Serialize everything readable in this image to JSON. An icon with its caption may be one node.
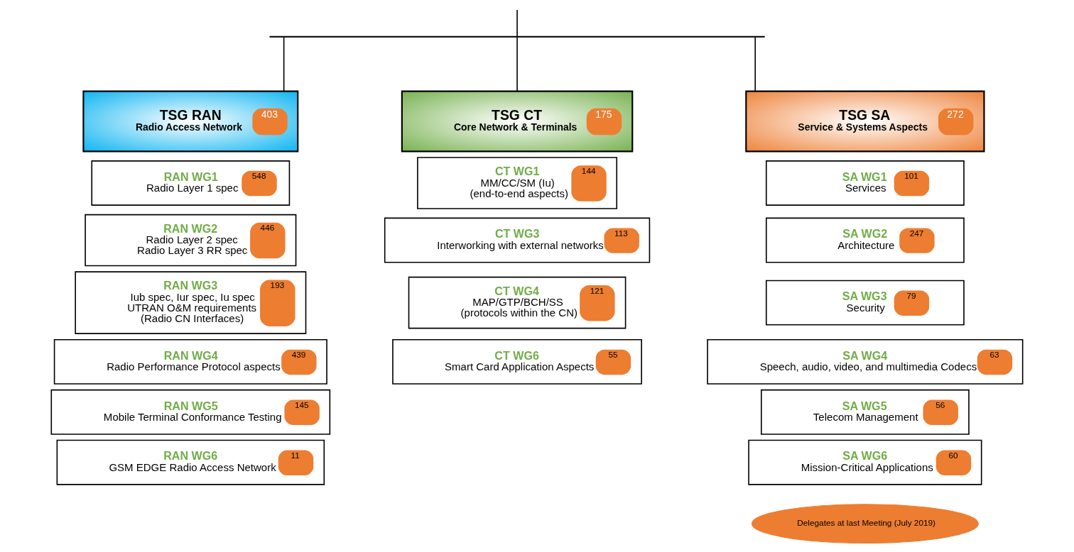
{
  "diagram": {
    "nodes": [
      {
        "text": [
          "TSG RAN",
          "Radio Access Network",
          "403"
        ]
      },
      {
        "text": [
          "RAN WG1",
          "Radio Layer 1 spec",
          "548"
        ]
      },
      {
        "text": [
          "RAN WG2",
          "Radio Layer 2 spec",
          "Radio Layer 3 RR spec",
          "446"
        ]
      },
      {
        "text": [
          "RAN WG3",
          "Iub spec, Iur spec, Iu spec",
          "UTRAN O&M requirements",
          "(Radio CN Interfaces)",
          "193"
        ]
      },
      {
        "text": [
          "RAN WG4",
          "Radio Performance Protocol aspects",
          "439"
        ]
      },
      {
        "text": [
          "RAN WG5",
          "Mobile Terminal Conformance Testing",
          "145"
        ]
      },
      {
        "text": [
          "RAN WG6",
          "GSM EDGE Radio Access Network",
          "11"
        ]
      },
      {
        "text": [
          "TSG CT",
          "Core Network & Terminals",
          "175"
        ]
      },
      {
        "text": [
          "CT WG1",
          "MM/CC/SM (Iu)",
          "(end-to-end aspects)",
          "144"
        ]
      },
      {
        "text": [
          "CT WG3",
          "Interworking with external networks",
          "113"
        ]
      },
      {
        "text": [
          "CT WG4",
          "MAP/GTP/BCH/SS",
          "(protocols within the CN)",
          "121"
        ]
      },
      {
        "text": [
          "CT WG6",
          "Smart Card Application Aspects",
          "55"
        ]
      },
      {
        "text": [
          "TSG SA",
          "Service & Systems Aspects",
          "272"
        ]
      },
      {
        "text": [
          "SA WG1",
          "Services",
          "101"
        ]
      },
      {
        "text": [
          "SA WG2",
          "Architecture",
          "247"
        ]
      },
      {
        "text": [
          "SA WG3",
          "Security",
          "79"
        ]
      },
      {
        "text": [
          "SA WG4",
          "Speech, audio, video, and multimedia Codecs",
          "63"
        ]
      },
      {
        "text": [
          "SA WG5",
          "Telecom Management",
          "56"
        ]
      },
      {
        "text": [
          "SA WG6",
          "Mission-Critical Applications",
          "60"
        ]
      },
      {
        "text": [
          "Delegates at last Meeting (July 2019)"
        ]
      },
      {
        "text": [],
        "shape": "bar"
      }
    ],
    "edges": [
      {
        "from": null,
        "to": 20,
        "arrow": "none"
      },
      {
        "from": 20,
        "to": 0,
        "arrow": "none"
      },
      {
        "from": 20,
        "to": 7,
        "arrow": "none"
      },
      {
        "from": 20,
        "to": 12,
        "arrow": "none"
      }
    ]
  }
}
